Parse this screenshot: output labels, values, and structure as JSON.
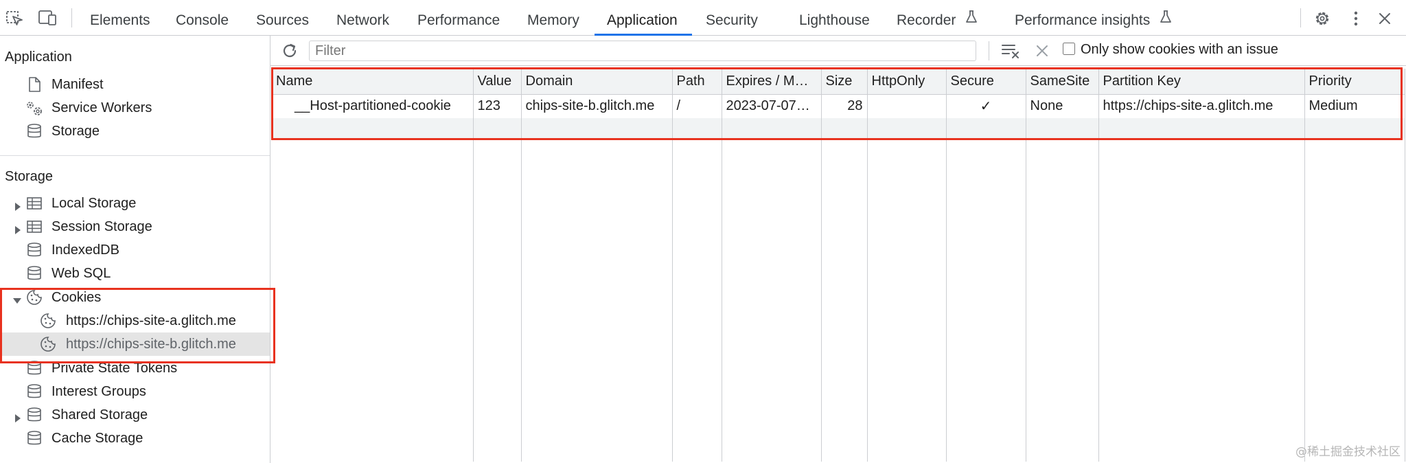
{
  "topbar": {
    "tabs": [
      "Elements",
      "Console",
      "Sources",
      "Network",
      "Performance",
      "Memory",
      "Application",
      "Security",
      "Lighthouse",
      "Recorder",
      "Performance insights"
    ],
    "active_tab": "Application"
  },
  "sidebar": {
    "application_heading": "Application",
    "application_items": [
      "Manifest",
      "Service Workers",
      "Storage"
    ],
    "storage_heading": "Storage",
    "storage_items": [
      "Local Storage",
      "Session Storage",
      "IndexedDB",
      "Web SQL",
      "Cookies"
    ],
    "cookie_origins": [
      "https://chips-site-a.glitch.me",
      "https://chips-site-b.glitch.me"
    ],
    "more_items": [
      "Private State Tokens",
      "Interest Groups",
      "Shared Storage",
      "Cache Storage"
    ]
  },
  "toolbar": {
    "filter_placeholder": "Filter",
    "only_issue_label": "Only show cookies with an issue"
  },
  "table": {
    "columns": [
      "Name",
      "Value",
      "Domain",
      "Path",
      "Expires / M…",
      "Size",
      "HttpOnly",
      "Secure",
      "SameSite",
      "Partition Key",
      "Priority"
    ],
    "rows": [
      {
        "name": "__Host-partitioned-cookie",
        "value": "123",
        "domain": "chips-site-b.glitch.me",
        "path": "/",
        "expires": "2023-07-07…",
        "size": "28",
        "httponly": "",
        "secure": "✓",
        "samesite": "None",
        "partition_key": "https://chips-site-a.glitch.me",
        "priority": "Medium"
      }
    ]
  },
  "watermark": "@稀土掘金技术社区",
  "colors": {
    "highlight": "#e8321f",
    "accent": "#1a73e8",
    "selected_bg": "#e4e4e4"
  }
}
